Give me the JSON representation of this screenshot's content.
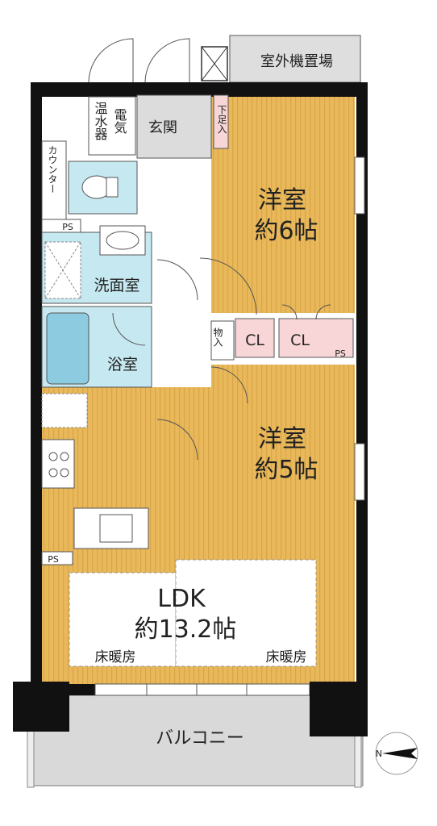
{
  "colors": {
    "wall": "#111111",
    "floor_wood": "#e8b85a",
    "floor_stripe": "#d9a646",
    "wet_area": "#c6e8f0",
    "closet": "#f8d6d8",
    "entry_tile": "#dcdcdc",
    "balcony": "#d8d8d8",
    "white": "#ffffff"
  },
  "rooms": {
    "western1": {
      "name": "洋室",
      "size": "約6帖"
    },
    "western2": {
      "name": "洋室",
      "size": "約5帖"
    },
    "ldk": {
      "name": "LDK",
      "size": "約13.2帖"
    }
  },
  "labels": {
    "outdoor_unit": "室外機置場",
    "entrance": "玄関",
    "shoe_closet": "下足入",
    "water_heater": "温水器",
    "electric": "電気",
    "counter": "カウンター",
    "ps_wash": "PS",
    "washroom": "洗面室",
    "bathroom": "浴室",
    "storage": "物入",
    "closet1": "CL",
    "closet2": "CL",
    "ps_closet": "PS",
    "ps_kitchen": "PS",
    "floor_heating_left": "床暖房",
    "floor_heating_right": "床暖房",
    "balcony": "バルコニー",
    "compass_n": "N"
  }
}
